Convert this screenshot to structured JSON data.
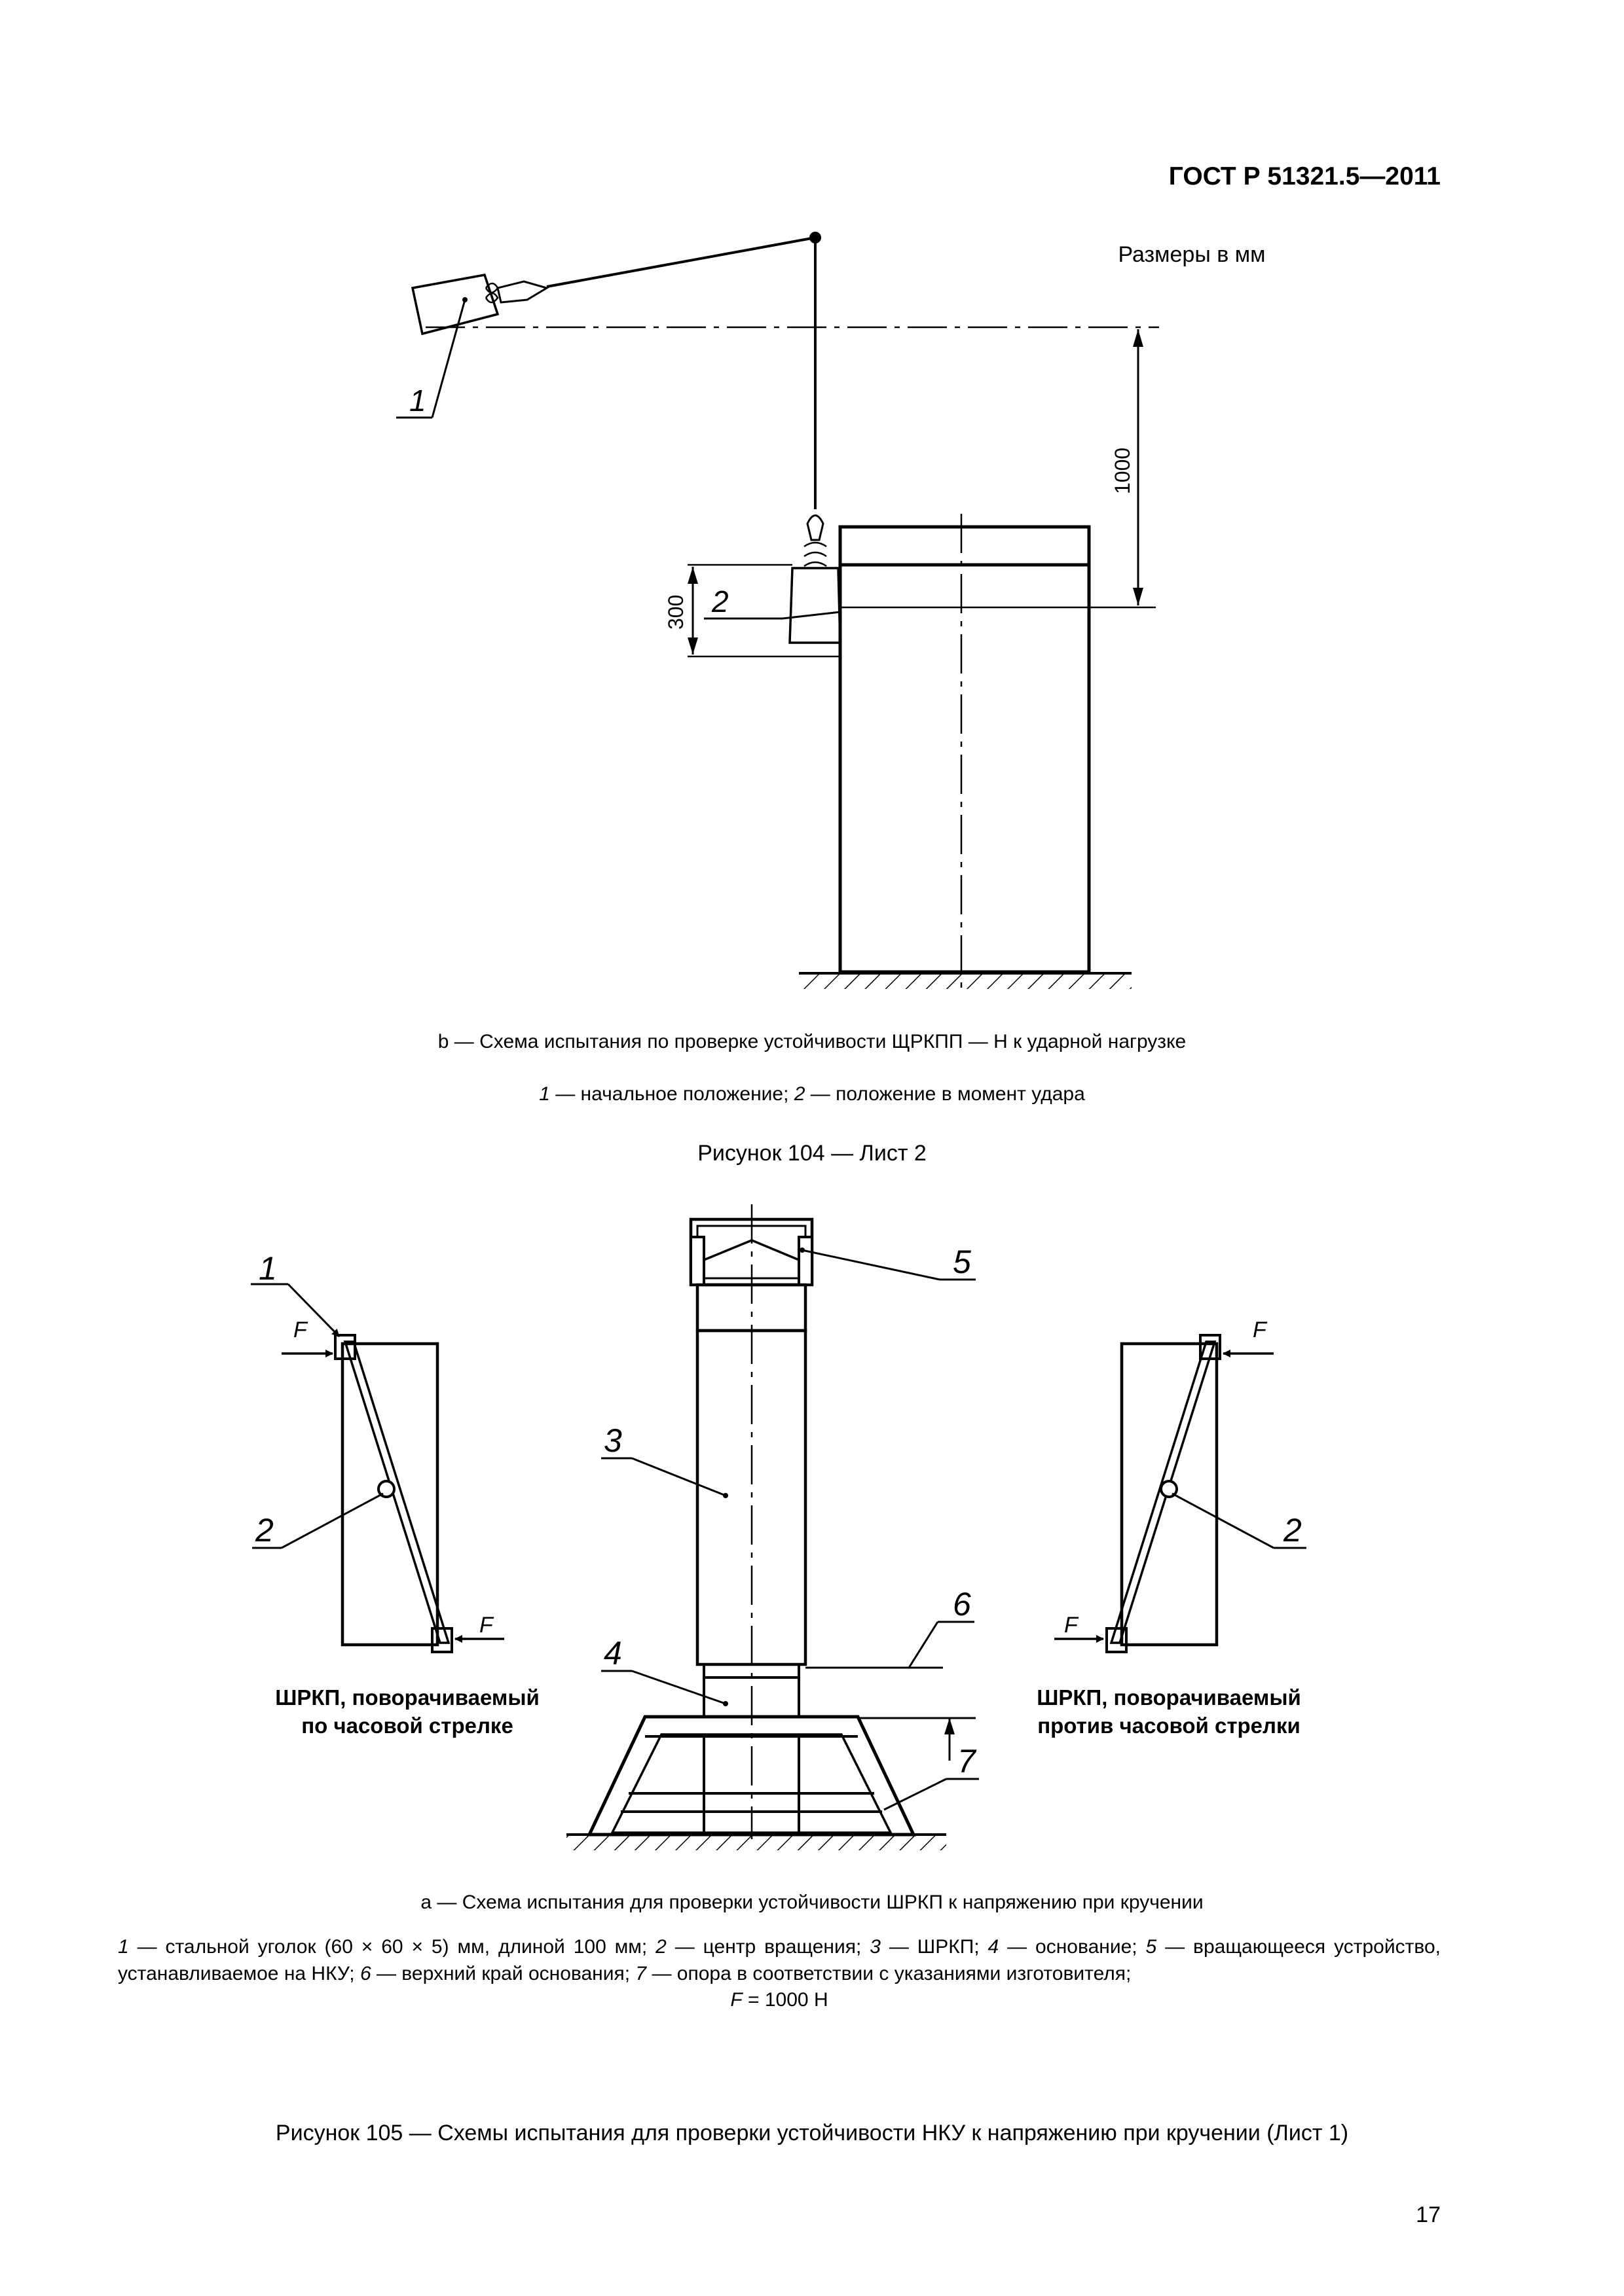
{
  "header": {
    "doc_id": "ГОСТ Р 51321.5—2011"
  },
  "top_figure": {
    "dims_note": "Размеры в мм",
    "dim_1000": "1000",
    "dim_300": "300",
    "callout_1": "1",
    "callout_2": "2",
    "caption": "b — Схема испытания по проверке устойчивости ЩРКПП — Н к ударной нагрузке",
    "legend": {
      "n1": "1",
      "t1": " — начальное положение; ",
      "n2": "2",
      "t2": " — положение в момент удара"
    },
    "figure_title": "Рисунок  104 — Лист 2"
  },
  "bottom_figure": {
    "force_label": "F",
    "callouts": {
      "c1": "1",
      "c2_left": "2",
      "c2_right": "2",
      "c3": "3",
      "c4": "4",
      "c5": "5",
      "c6": "6",
      "c7": "7"
    },
    "left_label_line1": "ШРКП, поворачиваемый",
    "left_label_line2": "по часовой стрелке",
    "right_label_line1": "ШРКП, поворачиваемый",
    "right_label_line2": "против часовой стрелки",
    "caption": "а — Схема испытания для проверки устойчивости ШРКП к напряжению при кручении",
    "legend": {
      "n1": "1",
      "t1": " — стальной уголок (60 × 60 × 5) мм, длиной 100 мм; ",
      "n2": "2",
      "t2": " — центр вращения; ",
      "n3": "3",
      "t3": " — ШРКП; ",
      "n4": "4",
      "t4": " — основание; ",
      "n5": "5",
      "t5": " — вращающееся устройство, устанавливаемое на НКУ; ",
      "n6": "6",
      "t6": " — верхний край основания; ",
      "n7": "7",
      "t7": " — опора в соответствии с указаниями изготовителя;",
      "f": "F",
      "ft": " = 1000 Н"
    },
    "figure_title": "Рисунок  105 — Схемы испытания для проверки устойчивости НКУ к напряжению при кручении (Лист 1)"
  },
  "page_number": "17"
}
